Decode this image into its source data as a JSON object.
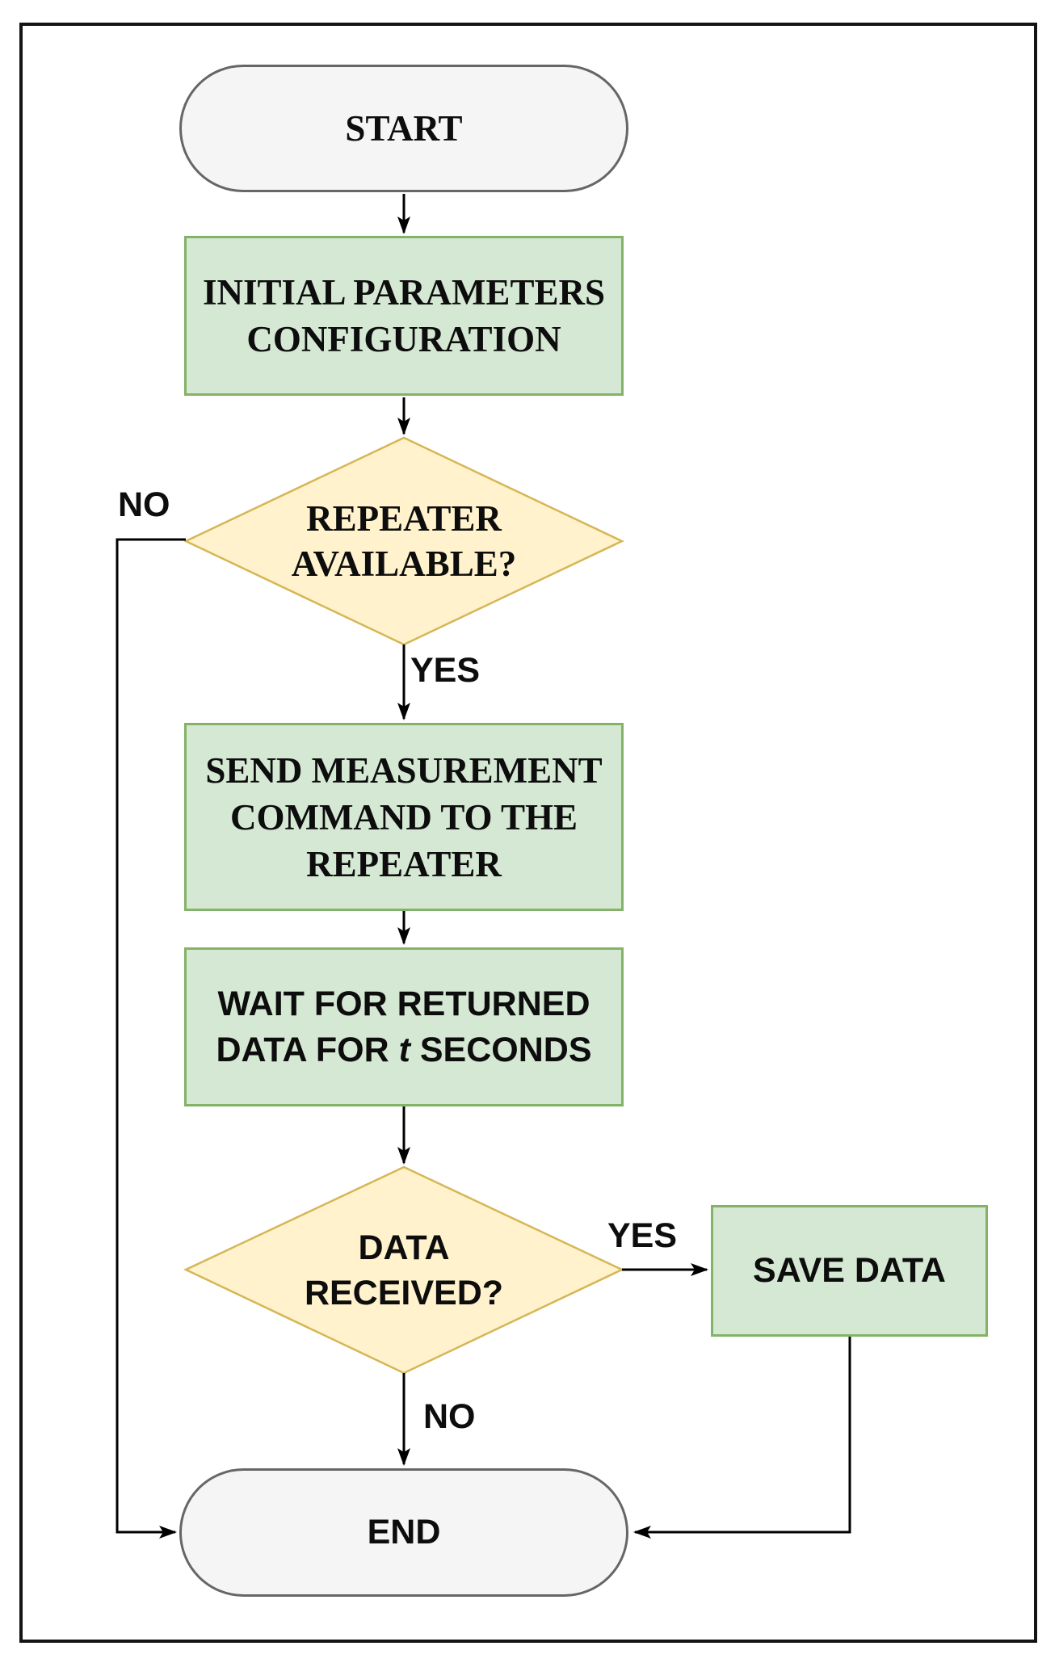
{
  "diagram": {
    "type": "flowchart",
    "nodes": {
      "start": {
        "shape": "terminal",
        "label": "START"
      },
      "initial_config": {
        "shape": "process",
        "l1": "INITIAL PARAMETERS",
        "l2": "CONFIGURATION"
      },
      "repeater_available": {
        "shape": "decision",
        "l1": "REPEATER",
        "l2": "AVAILABLE?"
      },
      "send_command": {
        "shape": "process",
        "l1": "SEND MEASUREMENT",
        "l2": "COMMAND TO THE",
        "l3": "REPEATER"
      },
      "wait_data": {
        "shape": "process",
        "l1": "WAIT FOR RETURNED",
        "l2_pre": "DATA FOR ",
        "l2_var": "t",
        "l2_post": " SECONDS"
      },
      "data_received": {
        "shape": "decision",
        "l1": "DATA",
        "l2": "RECEIVED?"
      },
      "save_data": {
        "shape": "process",
        "label": "SAVE DATA"
      },
      "end": {
        "shape": "terminal",
        "label": "END"
      }
    },
    "edge_labels": {
      "repeater_no": "NO",
      "repeater_yes": "YES",
      "received_yes": "YES",
      "received_no": "NO"
    },
    "colors": {
      "process_fill": "#d5e8d4",
      "process_border": "#82b366",
      "decision_fill": "#fff2cc",
      "decision_border": "#d6b656",
      "terminal_fill": "#f5f5f5",
      "terminal_border": "#666666",
      "line": "#000000"
    }
  }
}
